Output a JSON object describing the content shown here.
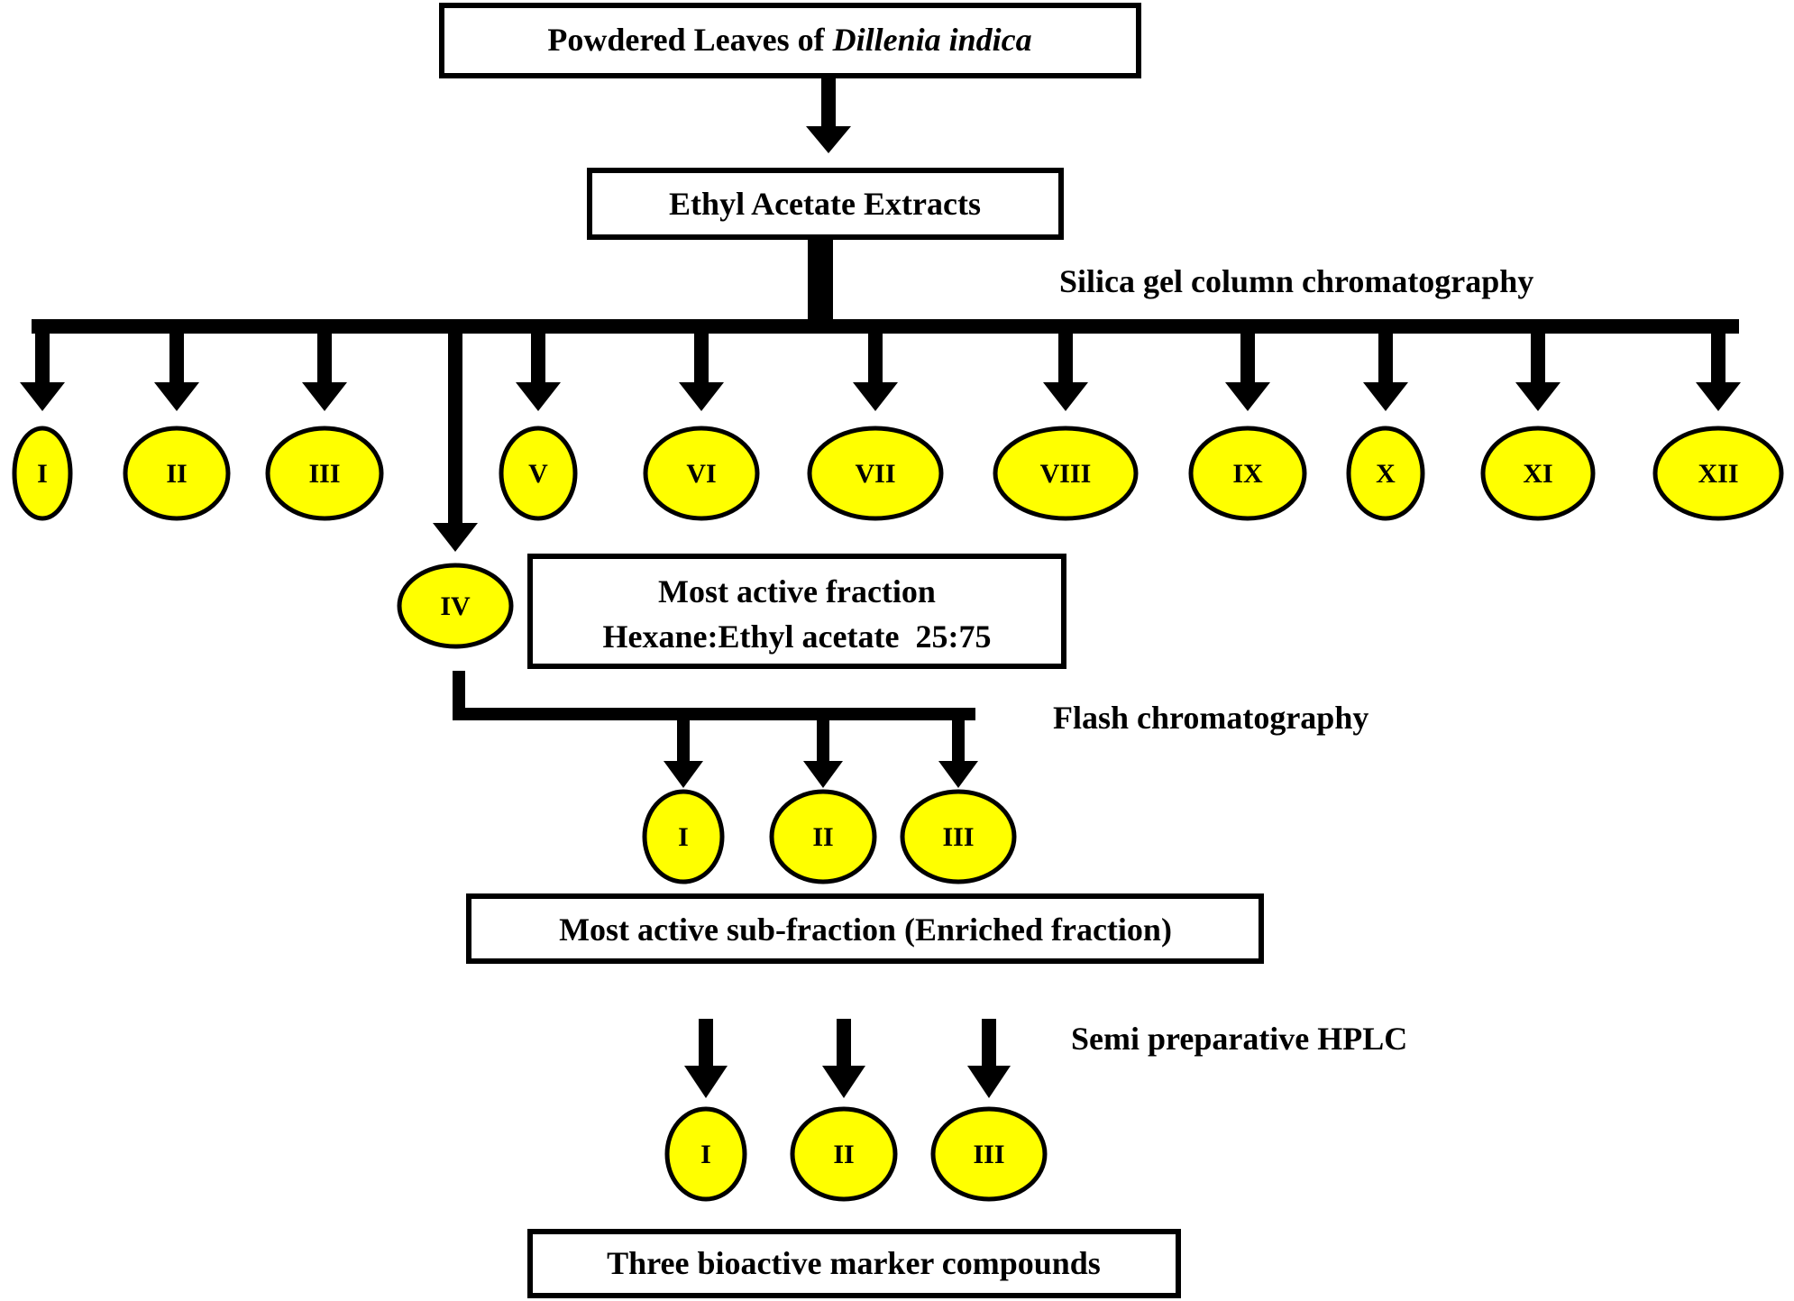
{
  "boxes": {
    "top": {
      "prefix": "Powdered Leaves of ",
      "species": "Dillenia indica"
    },
    "extract": "Ethyl Acetate Extracts",
    "active_fraction": {
      "line1": "Most active fraction",
      "line2": "Hexane:Ethyl acetate  25:75"
    },
    "enriched": "Most active sub-fraction (Enriched fraction)",
    "final": "Three bioactive marker compounds"
  },
  "methods": {
    "silica": "Silica gel column chromatography",
    "flash": "Flash chromatography",
    "hplc": "Semi preparative HPLC"
  },
  "fractions": [
    "I",
    "II",
    "III",
    "IV",
    "V",
    "VI",
    "VII",
    "VIII",
    "IX",
    "X",
    "XI",
    "XII"
  ],
  "sub_fractions": [
    "I",
    "II",
    "III"
  ],
  "compounds": [
    "I",
    "II",
    "III"
  ],
  "colors": {
    "node_fill": "#ffff00",
    "stroke": "#000000",
    "background": "#ffffff"
  }
}
